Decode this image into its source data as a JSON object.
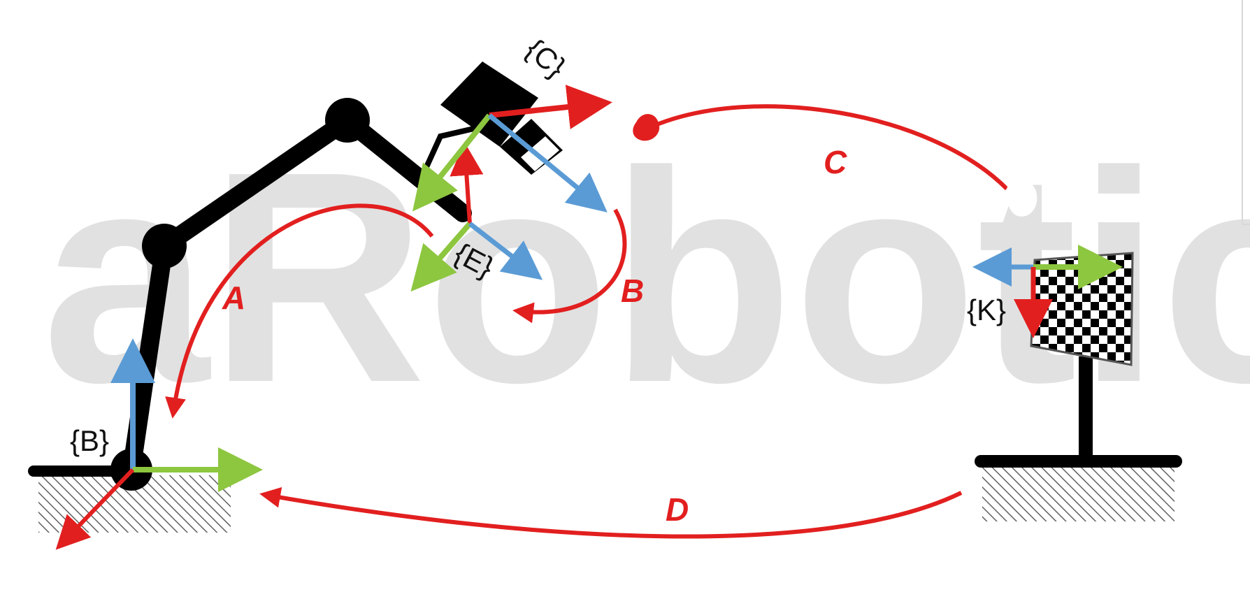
{
  "watermark": "aRobotics",
  "frames": {
    "base": "{B}",
    "end_effector": "{E}",
    "camera": "{C}",
    "calibration_board": "{K}"
  },
  "transforms": {
    "a": "A",
    "b": "B",
    "c": "C",
    "d": "D"
  },
  "colors": {
    "transform_arrow": "#e21f1f",
    "axis_x": "#e21f1f",
    "axis_y": "#8dc63f",
    "axis_z": "#5b9bd5",
    "robot_body": "#000000",
    "watermark": "#c9c9c9"
  }
}
